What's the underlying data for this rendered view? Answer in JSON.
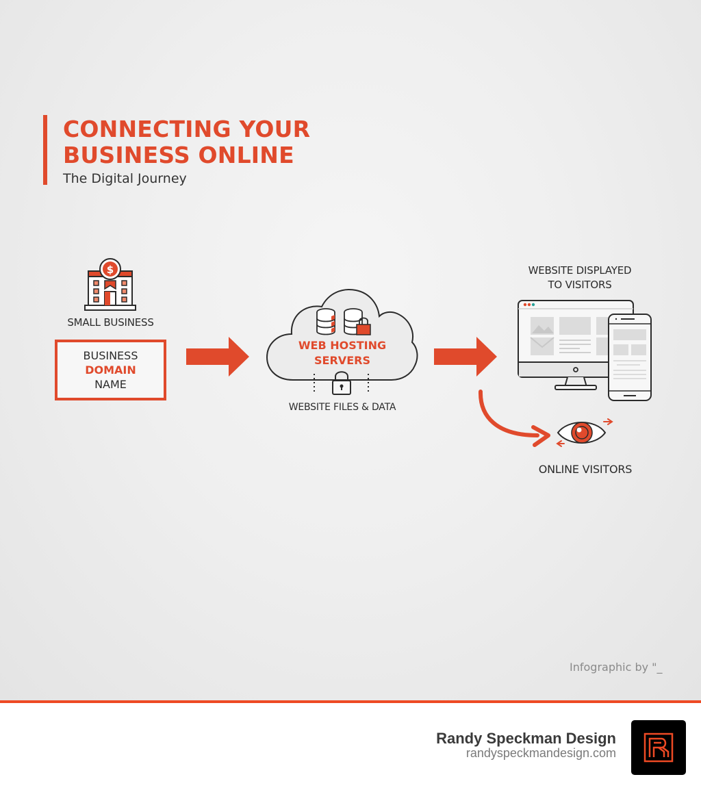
{
  "header": {
    "title": "CONNECTING YOUR\nBUSINESS ONLINE",
    "subtitle": "The Digital Journey"
  },
  "steps": {
    "business": {
      "icon": "building-dollar-icon",
      "label": "SMALL BUSINESS",
      "domain_box": {
        "line1": "BUSINESS",
        "line2": "DOMAIN",
        "line3": "NAME"
      }
    },
    "hosting": {
      "icon": "cloud-servers-icon",
      "title": "WEB HOSTING\nSERVERS",
      "caption": "WEBSITE FILES & DATA"
    },
    "display": {
      "icon": "desktop-mobile-icon",
      "label_line1": "WEBSITE DISPLAYED",
      "label_line2": "TO VISITORS"
    },
    "visitors": {
      "icon": "eye-icon",
      "label": "ONLINE VISITORS"
    }
  },
  "credit": "Infographic by \"_",
  "footer": {
    "name": "Randy Speckman Design",
    "url": "randyspeckmandesign.com"
  },
  "colors": {
    "accent": "#e04a2c",
    "footer_line": "#ee4a24",
    "text": "#2b2b2b"
  }
}
